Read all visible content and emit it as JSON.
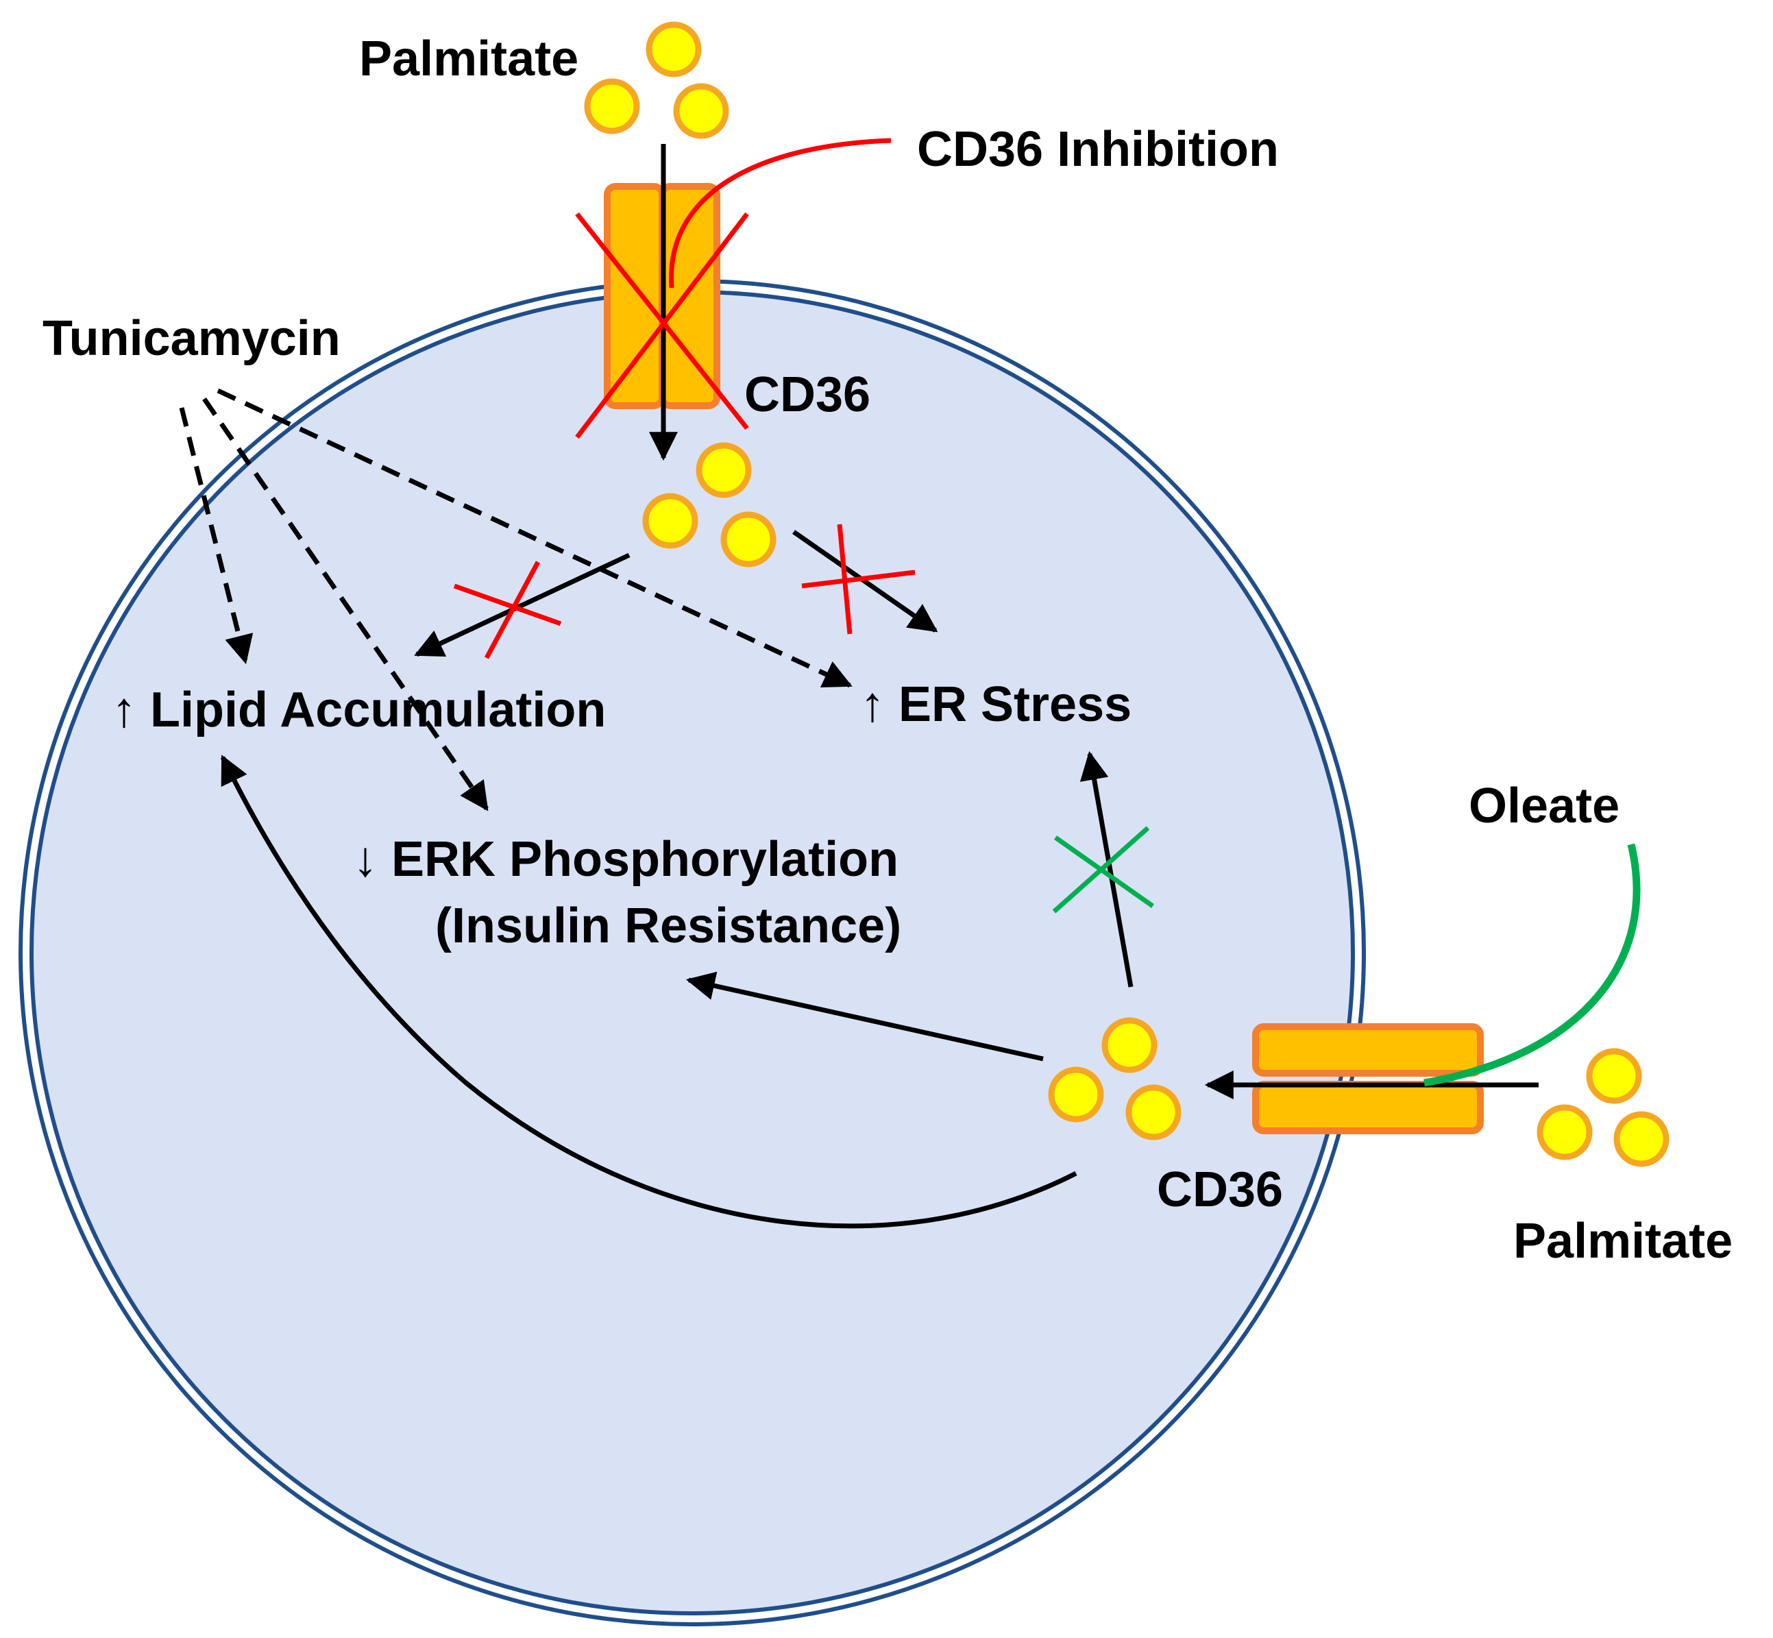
{
  "labels": {
    "palmitate_top": "Palmitate",
    "cd36_inhibition": "CD36 Inhibition",
    "tunicamycin": "Tunicamycin",
    "cd36_top": "CD36",
    "lipid_accumulation": "↑ Lipid Accumulation",
    "er_stress": "↑ ER Stress",
    "erk_phosphorylation": "↓ ERK Phosphorylation",
    "insulin_resistance": "(Insulin Resistance)",
    "oleate": "Oleate",
    "cd36_bottom": "CD36",
    "palmitate_bottom": "Palmitate"
  },
  "colors": {
    "cell_fill": "#d9e2f4",
    "cell_border": "#1f4e8c",
    "transporter_fill": "#ffc000",
    "transporter_stroke": "#f57f2a",
    "fatty_acid_fill": "#ffff00",
    "fatty_acid_stroke": "#f5a623",
    "inhibition_red": "#ff0000",
    "oleate_green": "#00b050"
  }
}
